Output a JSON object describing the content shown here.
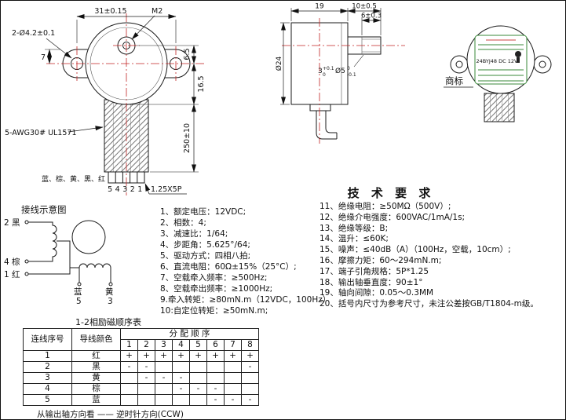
{
  "front_view": {
    "dim_width": "31±0.15",
    "m2": "M2",
    "holes": "2-Ø4.2±0.1",
    "dim_7": "7",
    "dim_6_5": "6.5",
    "dim_16_5": "16.5",
    "dim_250": "250±10",
    "wire_spec": "5-AWG30# UL1571",
    "wire_colors": "蓝、棕、黄、黑、红",
    "pin_numbers": "54321",
    "connector": "1.25X5P"
  },
  "side_view": {
    "dim_19": "19",
    "dim_10": "10±0.5",
    "dim_6": "6±0.3",
    "dim_d24": "Ø24",
    "dim_3": "3",
    "dim_3_up": "+0.1",
    "dim_3_dn": "0",
    "dim_d5": "Ø5",
    "dim_d5_up": "0",
    "dim_d5_dn": "-0.1"
  },
  "trademark": {
    "caption": "商标",
    "label_text": "24BYJ48  DC 12V"
  },
  "tech_req": {
    "title": "技 术 要 求",
    "left": [
      "1、额定电压：12VDC;",
      "2、相数：4;",
      "3、减速比：1/64;",
      "4、步距角：5.625°/64;",
      "5、驱动方式：四相八拍;",
      "6、直流电阻：60Ω±15%（25°C）;",
      "7、空载牵入频率：≥500Hz;",
      "8、空载牵出频率：≥1000Hz;",
      "9.牵入转矩：≥80mN.m（12VDC，100Hz）",
      "10:自定位转矩：≥50mN.m;"
    ],
    "right": [
      "11、绝缘电阻：≥50MΩ（500V）;",
      "12、绝缘介电强度：600VAC/1mA/1s;",
      "13、绝缘等级：B;",
      "14、温升：≤60K;",
      "15、噪声：≤40dB（A）（100Hz，空载，10cm）;",
      "16、摩擦力矩：60～294mN.m;",
      "17、端子引角规格：5P*1.25",
      "18、输出轴垂直度：90±1°",
      "19、轴向间隙：0.05～0.3MM",
      "20、括号内尺寸为参考尺寸，未注公差按GB/T1804-m级。"
    ]
  },
  "schematic": {
    "title": "接线示意图",
    "labels": {
      "black": "2 黑",
      "brown": "4 棕",
      "red": "1 红",
      "blue": "蓝",
      "blue_num": "5",
      "yellow": "黄",
      "yellow_num": "3"
    }
  },
  "table": {
    "title": "1-2相励磁顺序表",
    "header_wire_no": "连线序号",
    "header_wire_color": "导线颜色",
    "header_sequence": "分 配 顺 序",
    "steps": [
      "1",
      "2",
      "3",
      "4",
      "5",
      "6",
      "7",
      "8"
    ],
    "rows": [
      {
        "no": "1",
        "color": "红",
        "cells": [
          "+",
          "+",
          "+",
          "+",
          "+",
          "+",
          "+",
          "+"
        ]
      },
      {
        "no": "2",
        "color": "黑",
        "cells": [
          "-",
          "-",
          "",
          "",
          "",
          "",
          "",
          "-"
        ]
      },
      {
        "no": "3",
        "color": "黄",
        "cells": [
          "",
          "-",
          "-",
          "-",
          "",
          "",
          "",
          ""
        ]
      },
      {
        "no": "4",
        "color": "棕",
        "cells": [
          "",
          "",
          "",
          "-",
          "-",
          "-",
          "",
          ""
        ]
      },
      {
        "no": "5",
        "color": "蓝",
        "cells": [
          "",
          "",
          "",
          "",
          "",
          "-",
          "-",
          "-"
        ]
      }
    ],
    "footer": "从输出轴方向看 —— 逆时针方向(CCW)"
  },
  "colors": {
    "centerline_red": "#c22525",
    "label_green": "#3a8a3a"
  }
}
